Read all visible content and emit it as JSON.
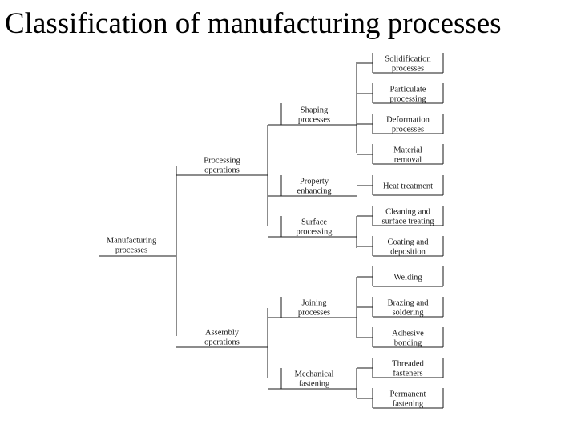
{
  "title": "Classification of manufacturing processes",
  "root": {
    "label": [
      "Manufacturing",
      "processes"
    ]
  },
  "level1": [
    {
      "label": [
        "Processing",
        "operations"
      ]
    },
    {
      "label": [
        "Assembly",
        "operations"
      ]
    }
  ],
  "level2": [
    {
      "label": [
        "Shaping",
        "processes"
      ]
    },
    {
      "label": [
        "Property",
        "enhancing"
      ]
    },
    {
      "label": [
        "Surface",
        "processing"
      ]
    },
    {
      "label": [
        "Joining",
        "processes"
      ]
    },
    {
      "label": [
        "Mechanical",
        "fastening"
      ]
    }
  ],
  "level3": [
    {
      "label": [
        "Solidification",
        "processes"
      ]
    },
    {
      "label": [
        "Particulate",
        "processing"
      ]
    },
    {
      "label": [
        "Deformation",
        "processes"
      ]
    },
    {
      "label": [
        "Material",
        "removal"
      ]
    },
    {
      "label": [
        "Heat treatment"
      ]
    },
    {
      "label": [
        "Cleaning and",
        "surface treating"
      ]
    },
    {
      "label": [
        "Coating and",
        "deposition"
      ]
    },
    {
      "label": [
        "Welding"
      ]
    },
    {
      "label": [
        "Brazing and",
        "soldering"
      ]
    },
    {
      "label": [
        "Adhesive",
        "bonding"
      ]
    },
    {
      "label": [
        "Threaded",
        "fasteners"
      ]
    },
    {
      "label": [
        "Permanent",
        "fastening"
      ]
    }
  ]
}
